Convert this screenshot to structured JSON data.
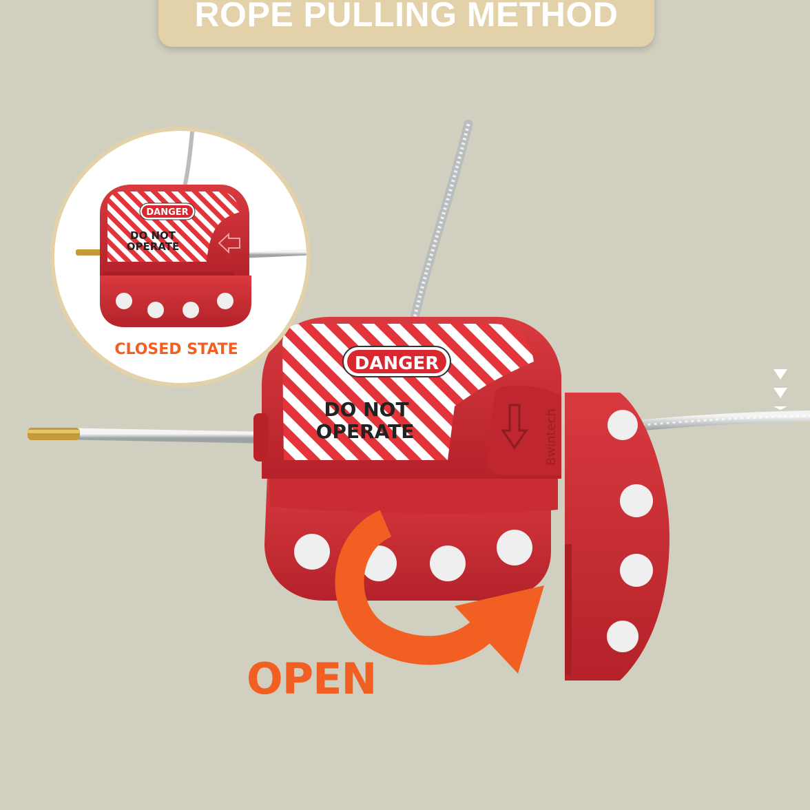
{
  "banner": {
    "title": "ROPE PULLING METHOD"
  },
  "callout": {
    "label": "CLOSED STATE"
  },
  "lock_label": {
    "danger": "DANGER",
    "line1": "DO NOT",
    "line2": "OPERATE",
    "brand": "Bwintech"
  },
  "action": {
    "label": "OPEN"
  },
  "icons": [
    "down-arrow-icon",
    "left-arrow-icon",
    "curved-arrow-icon",
    "chevron-down-icon"
  ],
  "colors": {
    "background": "#d1cfbf",
    "banner": "#e3d1aa",
    "lock_red": "#c1272d",
    "accent_orange": "#f16022"
  }
}
